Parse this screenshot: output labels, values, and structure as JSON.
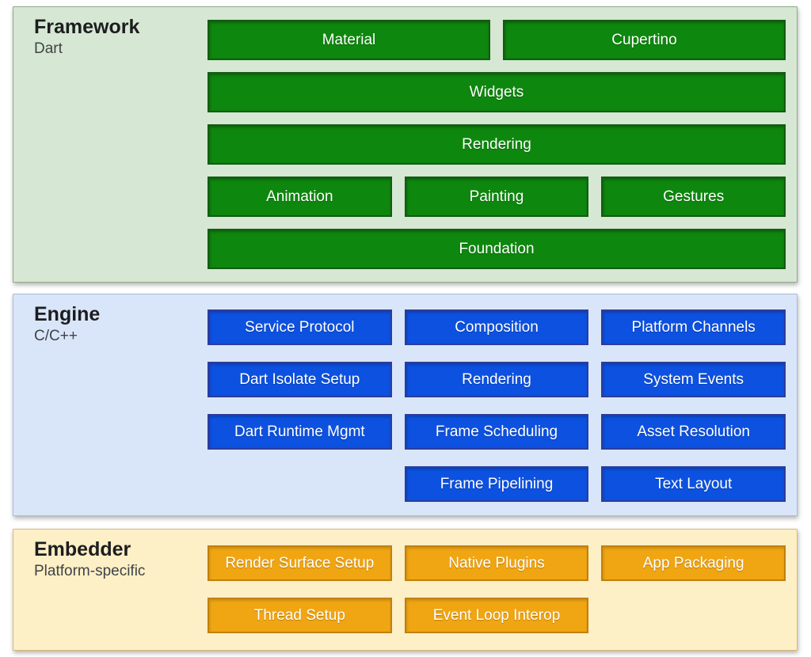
{
  "colors": {
    "framework_panel_bg": "#d6e7d3",
    "framework_panel_border": "#8cae87",
    "framework_box_bg": "#0e870e",
    "framework_box_border": "#135c13",
    "engine_panel_bg": "#d9e6f9",
    "engine_panel_border": "#a7bbdc",
    "engine_box_bg": "#0d51e0",
    "engine_box_border": "#2c3c9e",
    "embedder_panel_bg": "#fdefc6",
    "embedder_panel_border": "#d9bc72",
    "embedder_box_bg": "#f0a513",
    "embedder_box_border": "#c0800d",
    "box_text": "#ffffff",
    "title_text": "#1c1d1f",
    "subtitle_text": "#3f4347"
  },
  "layers": [
    {
      "title": "Framework",
      "subtitle": "Dart",
      "rows": [
        {
          "boxes": [
            "Material",
            "Cupertino"
          ]
        },
        {
          "boxes": [
            "Widgets"
          ]
        },
        {
          "boxes": [
            "Rendering"
          ]
        },
        {
          "boxes": [
            "Animation",
            "Painting",
            "Gestures"
          ]
        },
        {
          "boxes": [
            "Foundation"
          ]
        }
      ]
    },
    {
      "title": "Engine",
      "subtitle": "C/C++",
      "rows": [
        {
          "boxes": [
            "Service Protocol",
            "Composition",
            "Platform Channels"
          ]
        },
        {
          "boxes": [
            "Dart Isolate Setup",
            "Rendering",
            "System Events"
          ]
        },
        {
          "boxes": [
            "Dart Runtime Mgmt",
            "Frame Scheduling",
            "Asset Resolution"
          ]
        },
        {
          "boxes": [
            null,
            "Frame Pipelining",
            "Text Layout"
          ]
        }
      ]
    },
    {
      "title": "Embedder",
      "subtitle": "Platform-specific",
      "rows": [
        {
          "boxes": [
            "Render Surface Setup",
            "Native Plugins",
            "App Packaging"
          ]
        },
        {
          "boxes": [
            "Thread Setup",
            "Event Loop Interop",
            null
          ]
        }
      ]
    }
  ]
}
